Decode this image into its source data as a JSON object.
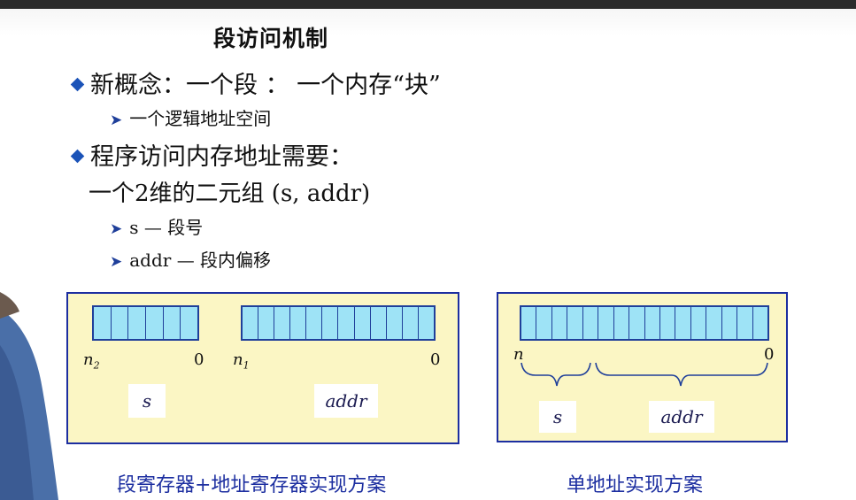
{
  "title": "段访问机制",
  "bullet1": "新概念：一个段 ： 一个内存“块”",
  "bullet1_sub": "一个逻辑地址空间",
  "bullet2": "程序访问内存地址需要：",
  "tuple_line": "一个2维的二元组 (s, addr)",
  "sub_items": [
    "s — 段号",
    "addr — 段内偏移"
  ],
  "left_diagram": {
    "seg_reg": {
      "cells": 6,
      "high": "n",
      "high_sub": "2",
      "low": "0"
    },
    "addr_reg": {
      "cells": 12,
      "high": "n",
      "high_sub": "1",
      "low": "0"
    },
    "s_label": "s",
    "addr_label": "addr",
    "caption": "段寄存器+地址寄存器实现方案"
  },
  "right_diagram": {
    "reg": {
      "cells": 16,
      "high": "n",
      "low": "0"
    },
    "s_label": "s",
    "addr_label": "addr",
    "caption": "单地址实现方案"
  },
  "colors": {
    "register_fill": "#9ee3f6",
    "panel_fill": "#fbf6c4",
    "border": "#1c2ea0",
    "bullet": "#1b53b8"
  }
}
